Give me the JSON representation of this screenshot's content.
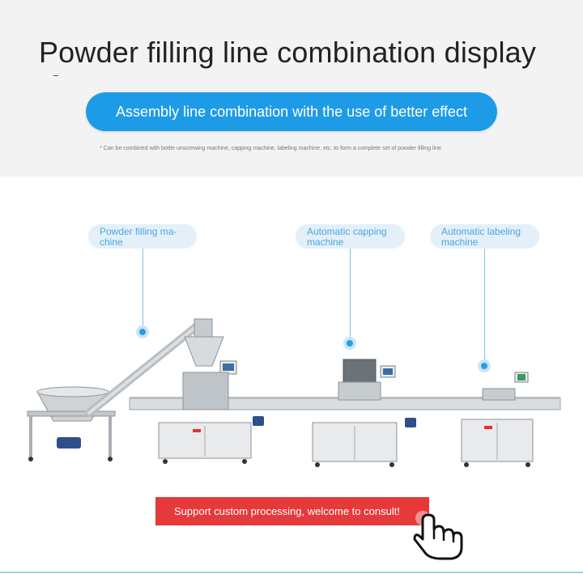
{
  "header": {
    "title": "Powder filling line combination display",
    "pill_text": "Assembly line combination with the use of better effect",
    "note": "* Can be combined with bottle unscrewing machine, capping machine, labeling machine, etc. to form a complete set of powder filling line"
  },
  "labels": {
    "filling": "Powder filling ma-chine",
    "capping": "Automatic capping machine",
    "labeling": "Automatic labeling machine"
  },
  "cta": {
    "text": "Support custom processing, welcome to consult!"
  },
  "colors": {
    "accent_blue": "#1e9be6",
    "label_bg": "#e3f0fa",
    "label_text": "#4da6dc",
    "cta_red": "#e63a3a"
  },
  "icons": [
    "pointer-hand-icon"
  ]
}
